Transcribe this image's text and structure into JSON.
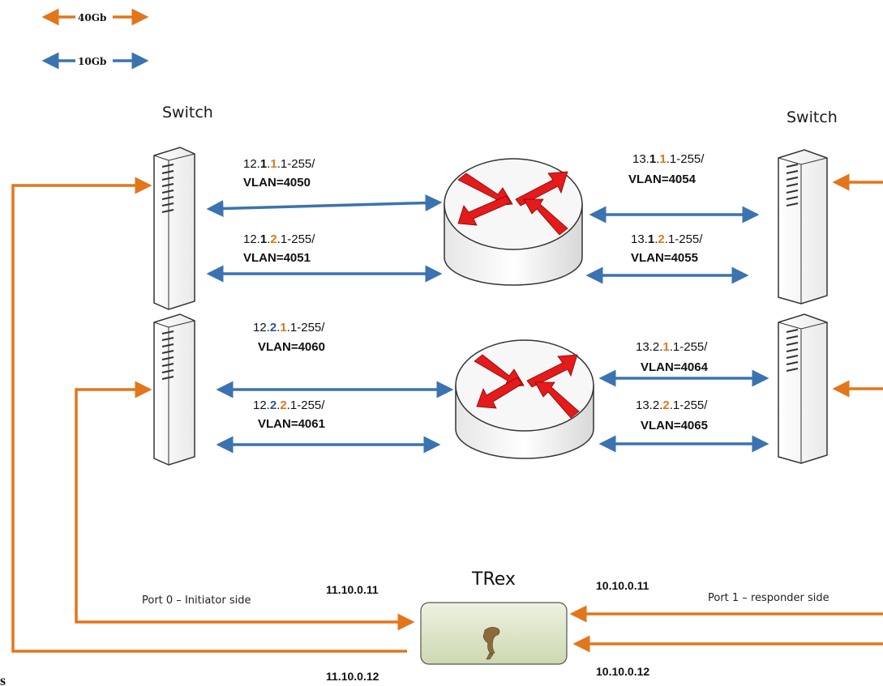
{
  "legend": {
    "link_40g": "40Gb",
    "link_10g": "10Gb"
  },
  "colors": {
    "link_40g": "#e2761b",
    "link_10g": "#3b73b0",
    "router_arrow": "#e31b1b",
    "trex_box": "#d6dfbf"
  },
  "switch_left": {
    "label": "Switch"
  },
  "switch_right": {
    "label": "Switch"
  },
  "subnets_left": [
    {
      "a": "12.",
      "b": "1",
      "c": ".",
      "d": "1",
      "e": ".1-255/",
      "vlan": "VLAN=4050"
    },
    {
      "a": "12.",
      "b": "1",
      "c": ".",
      "d": "2",
      "e": ".1-255/",
      "vlan": "VLAN=4051"
    },
    {
      "a": "12.",
      "b": "2",
      "c": ".",
      "d": "1",
      "e": ".1-255/",
      "vlan": "VLAN=4060"
    },
    {
      "a": "12.",
      "b": "2",
      "c": ".",
      "d": "2",
      "e": ".1-255/",
      "vlan": "VLAN=4061"
    }
  ],
  "subnets_right": [
    {
      "a": "13.",
      "b": "1",
      "c": ".",
      "d": "1",
      "e": ".1-255/",
      "vlan": "VLAN=4054"
    },
    {
      "a": "13.",
      "b": "1",
      "c": ".",
      "d": "2",
      "e": ".1-255/",
      "vlan": "VLAN=4055"
    },
    {
      "a": "13.",
      "b": "2",
      "c": ".",
      "d": "1",
      "e": ".1-255/",
      "vlan": "VLAN=4064"
    },
    {
      "a": "13.",
      "b": "2",
      "c": ".",
      "d": "2",
      "e": ".1-255/",
      "vlan": "VLAN=4065"
    }
  ],
  "trex": {
    "title": "TRex",
    "port0": "Port 0 – Initiator side",
    "port1": "Port 1 – responder side",
    "addr_left_top": "11.10.0.11",
    "addr_left_bottom": "11.10.0.12",
    "addr_right_top": "10.10.0.11",
    "addr_right_bottom": "10.10.0.12"
  },
  "edge_fragment": "s"
}
